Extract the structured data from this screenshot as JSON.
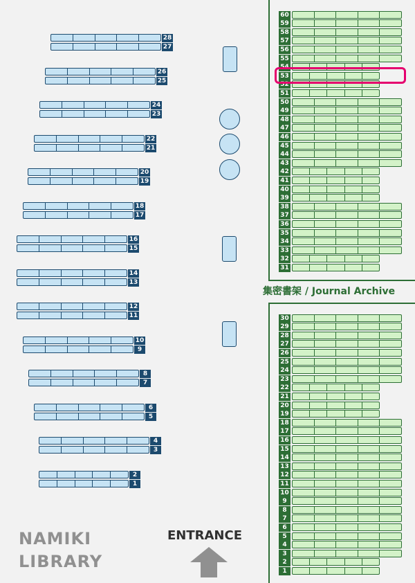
{
  "library": {
    "name_line1": "NAMIKI",
    "name_line2": "LIBRARY"
  },
  "entrance": {
    "label": "ENTRANCE",
    "arrow_icon": "arrow-up-icon"
  },
  "journal_archive": {
    "label": "集密書架 / Journal Archive"
  },
  "highlighted_shelf": "53",
  "colors": {
    "general_shelf": "#c6e3f4",
    "general_border": "#1c4a6e",
    "archive_shelf": "#d3f2c8",
    "archive_border": "#2d6e35",
    "highlight": "#e5006e"
  },
  "general_shelves": [
    "1",
    "2",
    "3",
    "4",
    "5",
    "6",
    "7",
    "8",
    "9",
    "10",
    "11",
    "12",
    "13",
    "14",
    "15",
    "16",
    "17",
    "18",
    "19",
    "20",
    "21",
    "22",
    "23",
    "24",
    "25",
    "26",
    "27",
    "28"
  ],
  "archive_shelves_upper": [
    "31",
    "32",
    "33",
    "34",
    "35",
    "36",
    "37",
    "38",
    "39",
    "40",
    "41",
    "42",
    "43",
    "44",
    "45",
    "46",
    "47",
    "48",
    "49",
    "50",
    "51",
    "52",
    "53",
    "54",
    "55",
    "56",
    "57",
    "58",
    "59",
    "60"
  ],
  "archive_shelves_lower": [
    "1",
    "2",
    "3",
    "4",
    "5",
    "6",
    "7",
    "8",
    "9",
    "10",
    "11",
    "12",
    "13",
    "14",
    "15",
    "16",
    "17",
    "18",
    "19",
    "20",
    "21",
    "22",
    "23",
    "24",
    "25",
    "26",
    "27",
    "28",
    "29",
    "30"
  ]
}
